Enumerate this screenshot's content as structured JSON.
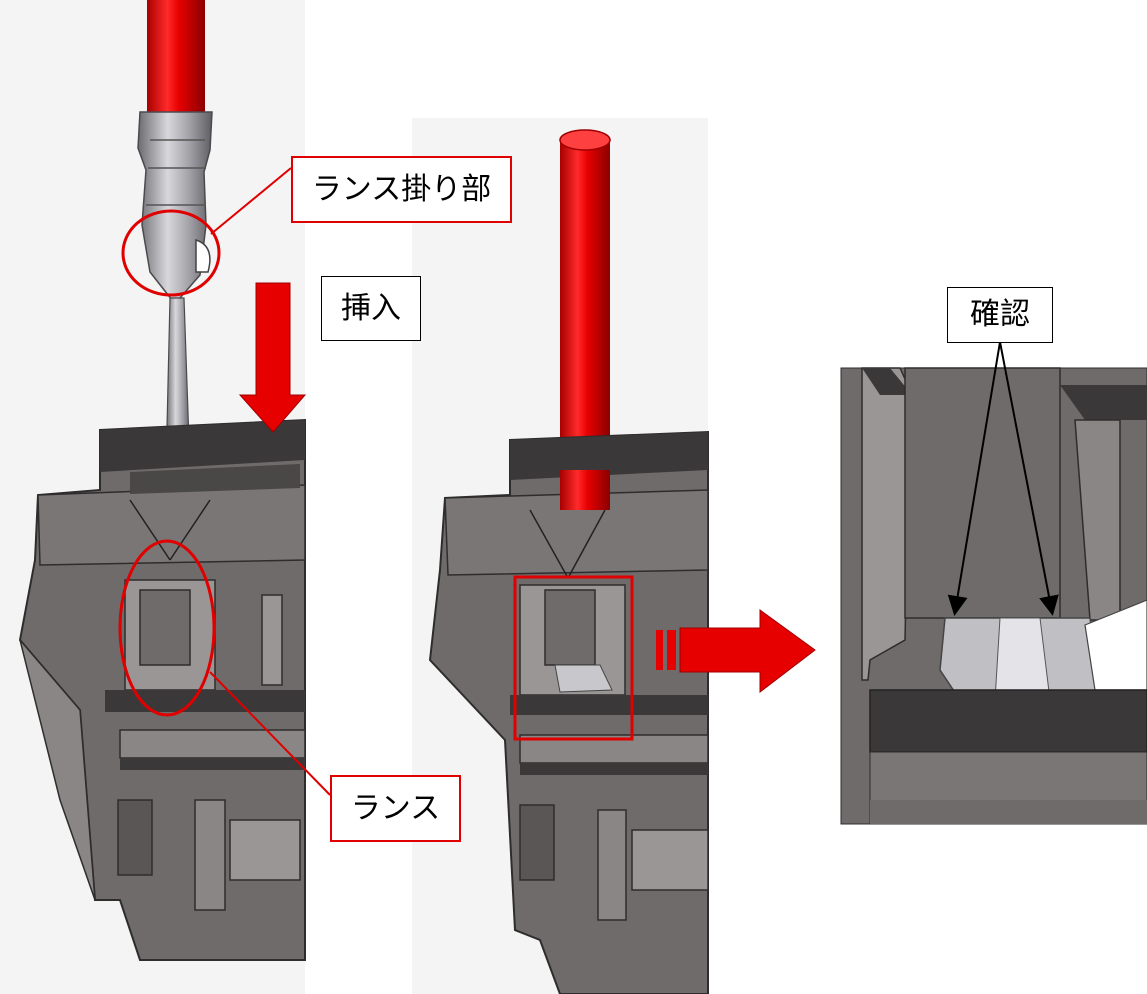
{
  "labels": {
    "lance_hook": "ランス掛り部",
    "insert": "挿入",
    "lance": "ランス",
    "confirm": "確認"
  },
  "colors": {
    "wire_red": "#e60000",
    "callout_red": "#e00000",
    "housing_gray": "#6f6b6b",
    "housing_dark": "#3a3838",
    "housing_light": "#9a9696",
    "metal": "#b8b8bc",
    "background": "#ffffff"
  },
  "panels": [
    {
      "name": "before-insertion",
      "description_icon": "housing-with-terminal"
    },
    {
      "name": "after-insertion",
      "description_icon": "housing-with-wire"
    },
    {
      "name": "zoom-detail",
      "description_icon": "lance-closeup"
    }
  ]
}
